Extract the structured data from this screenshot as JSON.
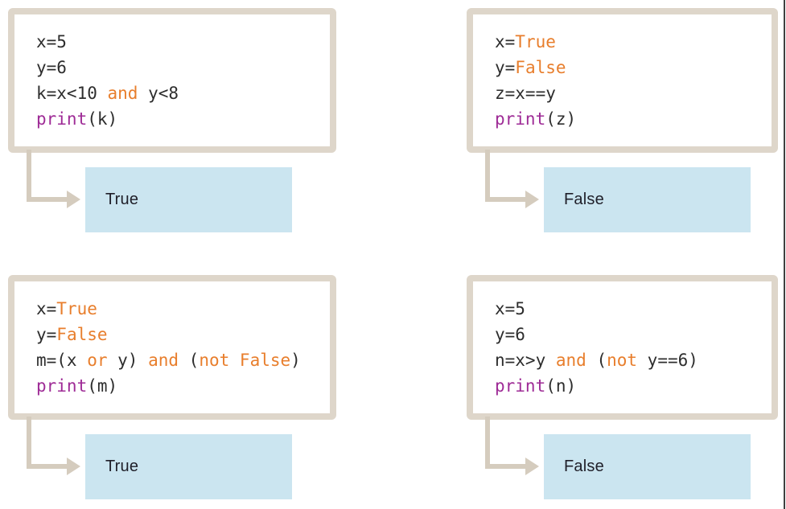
{
  "colors": {
    "keyword_orange": "#e87e2c",
    "function_purple": "#9e2b96",
    "code_text": "#2d2d2d",
    "box_border_beige": "#ded6ca",
    "arrow_beige": "#d5ccbe",
    "output_blue": "#cbe5f0",
    "output_text": "#20202a",
    "page_edge_line": "#3f3f3f"
  },
  "panels": [
    {
      "id": "example-and-comparison",
      "code_lines": [
        [
          {
            "text": "x=5",
            "style": "plain"
          }
        ],
        [
          {
            "text": "y=6",
            "style": "plain"
          }
        ],
        [
          {
            "text": "k=x<10 ",
            "style": "plain"
          },
          {
            "text": "and",
            "style": "keyword"
          },
          {
            "text": " y<8",
            "style": "plain"
          }
        ],
        [
          {
            "text": "print",
            "style": "function"
          },
          {
            "text": "(k)",
            "style": "plain"
          }
        ]
      ],
      "output": "True"
    },
    {
      "id": "example-equality",
      "code_lines": [
        [
          {
            "text": "x=",
            "style": "plain"
          },
          {
            "text": "True",
            "style": "keyword"
          }
        ],
        [
          {
            "text": "y=",
            "style": "plain"
          },
          {
            "text": "False",
            "style": "keyword"
          }
        ],
        [
          {
            "text": "z=x==y",
            "style": "plain"
          }
        ],
        [
          {
            "text": "print",
            "style": "function"
          },
          {
            "text": "(z)",
            "style": "plain"
          }
        ]
      ],
      "output": "False"
    },
    {
      "id": "example-or-and-not",
      "code_lines": [
        [
          {
            "text": "x=",
            "style": "plain"
          },
          {
            "text": "True",
            "style": "keyword"
          }
        ],
        [
          {
            "text": "y=",
            "style": "plain"
          },
          {
            "text": "False",
            "style": "keyword"
          }
        ],
        [
          {
            "text": "m=(x ",
            "style": "plain"
          },
          {
            "text": "or",
            "style": "keyword"
          },
          {
            "text": " y) ",
            "style": "plain"
          },
          {
            "text": "and",
            "style": "keyword"
          },
          {
            "text": " (",
            "style": "plain"
          },
          {
            "text": "not",
            "style": "keyword"
          },
          {
            "text": " ",
            "style": "plain"
          },
          {
            "text": "False",
            "style": "keyword"
          },
          {
            "text": ")",
            "style": "plain"
          }
        ],
        [
          {
            "text": "print",
            "style": "function"
          },
          {
            "text": "(m)",
            "style": "plain"
          }
        ]
      ],
      "output": "True"
    },
    {
      "id": "example-greater-not",
      "code_lines": [
        [
          {
            "text": "x=5",
            "style": "plain"
          }
        ],
        [
          {
            "text": "y=6",
            "style": "plain"
          }
        ],
        [
          {
            "text": "n=x>y ",
            "style": "plain"
          },
          {
            "text": "and",
            "style": "keyword"
          },
          {
            "text": " (",
            "style": "plain"
          },
          {
            "text": "not",
            "style": "keyword"
          },
          {
            "text": " y==6)",
            "style": "plain"
          }
        ],
        [
          {
            "text": "print",
            "style": "function"
          },
          {
            "text": "(n)",
            "style": "plain"
          }
        ]
      ],
      "output": "False"
    }
  ]
}
